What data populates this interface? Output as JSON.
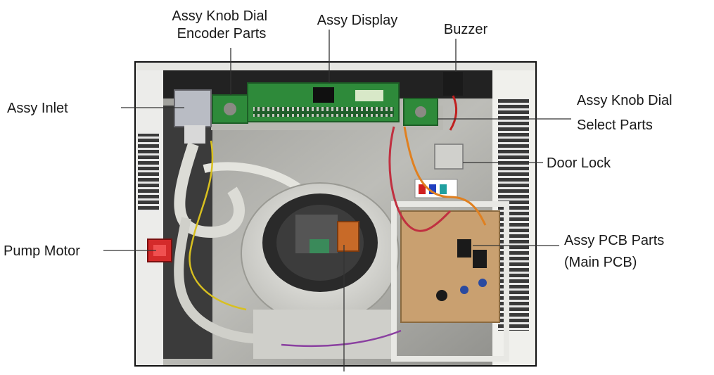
{
  "labels": {
    "encoder": [
      "Assy Knob Dial",
      "Encoder Parts"
    ],
    "display": "Assy Display",
    "buzzer": "Buzzer",
    "inlet": "Assy Inlet",
    "select": [
      "Assy Knob Dial",
      "Select Parts"
    ],
    "door_lock": "Door Lock",
    "pump_motor": "Pump Motor",
    "pcb": [
      "Assy PCB Parts",
      "(Main PCB)"
    ]
  },
  "colors": {
    "label_text": "#1a1a1a",
    "leader_line": "#333333",
    "photo_frame": "#111111",
    "pcb_green": "#2e8a3a",
    "main_pcb": "#c9a070",
    "pump_red": "#d42a2a",
    "housing": "#d8d8d4",
    "chassis": "#2a2a2a"
  }
}
